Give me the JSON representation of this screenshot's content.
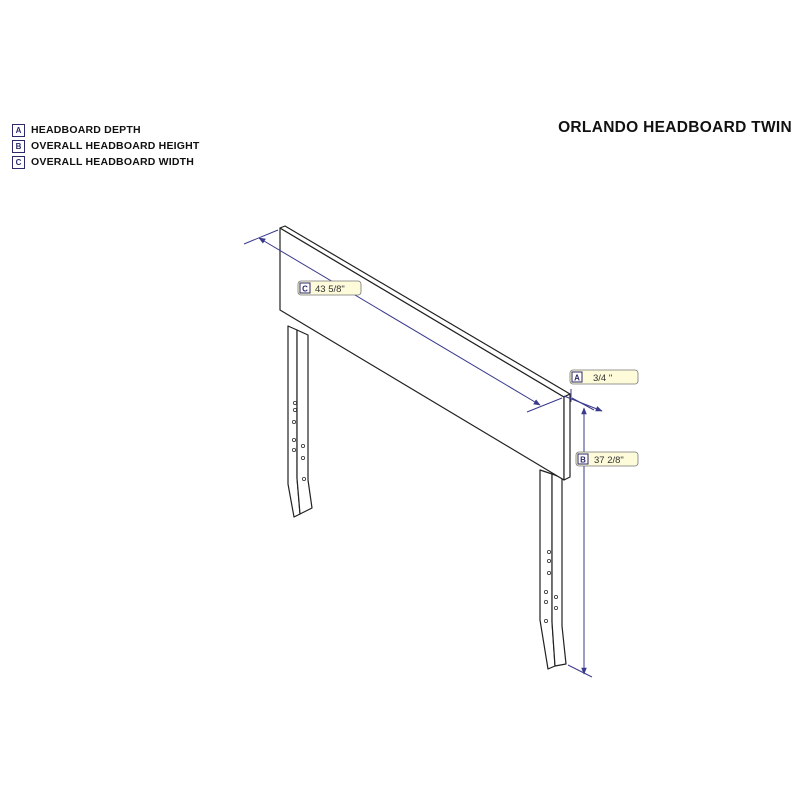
{
  "title": "ORLANDO HEADBOARD TWIN",
  "legend": [
    {
      "letter": "A",
      "label": "HEADBOARD DEPTH"
    },
    {
      "letter": "B",
      "label": "OVERALL HEADBOARD HEIGHT"
    },
    {
      "letter": "C",
      "label": "OVERALL HEADBOARD WIDTH"
    }
  ],
  "dimensions": {
    "A": {
      "letter": "A",
      "value": "3/4 \""
    },
    "B": {
      "letter": "B",
      "value": "37 2/8\""
    },
    "C": {
      "letter": "C",
      "value": "43 5/8\""
    }
  },
  "colors": {
    "dimension_line": "#3a3a8c",
    "badge_border": "#2c2a6b",
    "label_fill": "#fdfbd9",
    "outline": "#222222"
  }
}
